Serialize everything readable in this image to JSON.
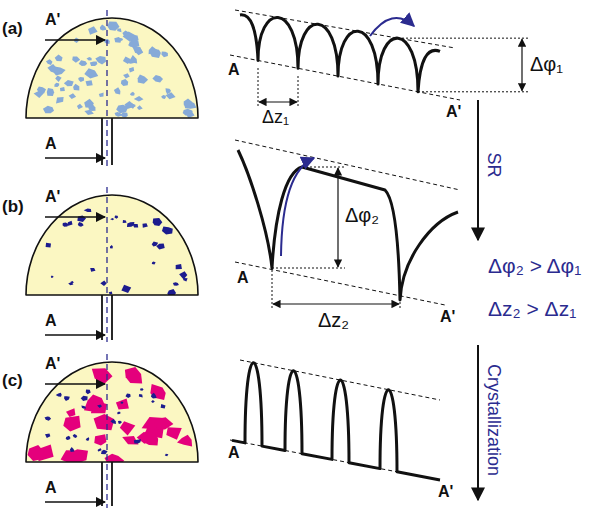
{
  "diagram": {
    "labels": [
      "(a)",
      "A'",
      "A",
      "A",
      "Δz₁",
      "Δφ₁",
      "A'",
      "SR",
      "Δφ₂ > Δφ₁",
      "Δz₂ > Δz₁",
      "(b)",
      "A'",
      "A",
      "A",
      "Δφ₂",
      "Δz₂",
      "A'",
      "(c)",
      "A'",
      "A",
      "A",
      "A'",
      "Crystallization"
    ]
  }
}
